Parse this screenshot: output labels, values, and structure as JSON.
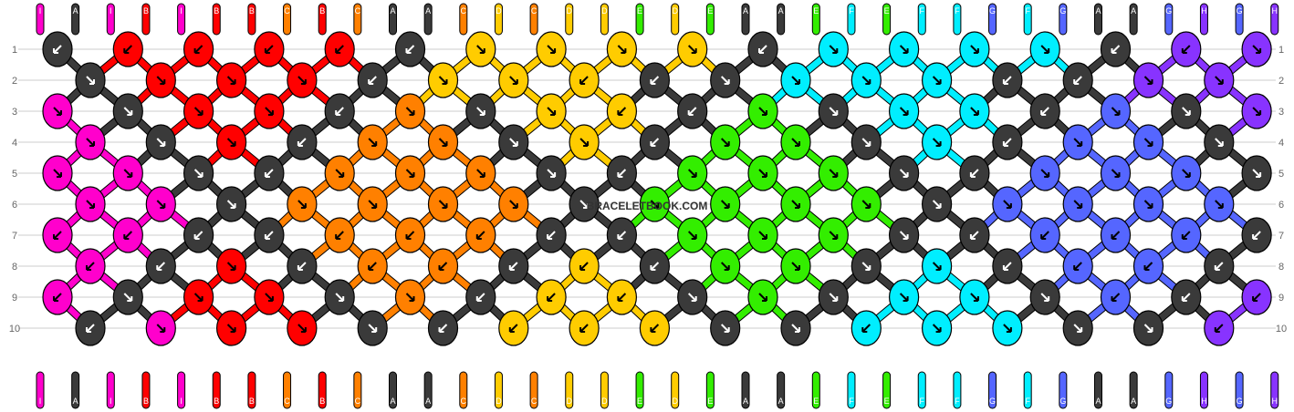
{
  "colors": {
    "I": "#ff00cc",
    "A": "#3a3a3a",
    "B": "#ff0000",
    "C": "#ff8000",
    "D": "#ffcc00",
    "E": "#33ee00",
    "F": "#00eeff",
    "G": "#5566ff",
    "H": "#8833ff"
  },
  "watermark": "BRACELETBOOK.COM",
  "row_numbers": [
    "1",
    "2",
    "3",
    "4",
    "5",
    "6",
    "7",
    "8",
    "9",
    "10"
  ],
  "top_strings": [
    "I",
    "A",
    "I",
    "B",
    "I",
    "B",
    "B",
    "C",
    "B",
    "C",
    "A",
    "A",
    "C",
    "D",
    "C",
    "D",
    "D",
    "E",
    "D",
    "E",
    "A",
    "A",
    "E",
    "F",
    "E",
    "F",
    "F",
    "G",
    "F",
    "G",
    "A",
    "A",
    "G",
    "H",
    "G",
    "H"
  ],
  "bottom_strings": [
    "I",
    "A",
    "I",
    "B",
    "I",
    "B",
    "B",
    "C",
    "B",
    "C",
    "A",
    "A",
    "C",
    "D",
    "C",
    "D",
    "D",
    "E",
    "D",
    "E",
    "A",
    "A",
    "E",
    "F",
    "E",
    "F",
    "F",
    "G",
    "F",
    "G",
    "A",
    "A",
    "G",
    "H",
    "G",
    "H"
  ],
  "knot_rows": [
    [
      "A",
      "B",
      "B",
      "B",
      "B",
      "A",
      "D",
      "D",
      "D",
      "D",
      "A",
      "F",
      "F",
      "F",
      "F",
      "A",
      "H",
      "H"
    ],
    [
      "A",
      "B",
      "B",
      "B",
      "A",
      "D",
      "D",
      "D",
      "A",
      "A",
      "F",
      "F",
      "F",
      "A",
      "A",
      "H",
      "H"
    ],
    [
      "I",
      "A",
      "B",
      "B",
      "A",
      "C",
      "A",
      "D",
      "D",
      "A",
      "E",
      "A",
      "F",
      "F",
      "A",
      "G",
      "A",
      "H"
    ],
    [
      "I",
      "A",
      "B",
      "A",
      "C",
      "C",
      "A",
      "D",
      "A",
      "E",
      "E",
      "A",
      "F",
      "A",
      "G",
      "G",
      "A"
    ],
    [
      "I",
      "I",
      "A",
      "A",
      "C",
      "C",
      "C",
      "A",
      "A",
      "E",
      "E",
      "E",
      "A",
      "A",
      "G",
      "G",
      "G",
      "A"
    ],
    [
      "I",
      "I",
      "A",
      "C",
      "C",
      "C",
      "C",
      "A",
      "E",
      "E",
      "E",
      "E",
      "A",
      "G",
      "G",
      "G",
      "G"
    ],
    [
      "I",
      "I",
      "A",
      "A",
      "C",
      "C",
      "C",
      "A",
      "A",
      "E",
      "E",
      "E",
      "A",
      "A",
      "G",
      "G",
      "G",
      "A"
    ],
    [
      "I",
      "A",
      "B",
      "A",
      "C",
      "C",
      "A",
      "D",
      "A",
      "E",
      "E",
      "A",
      "F",
      "A",
      "G",
      "G",
      "A"
    ],
    [
      "I",
      "A",
      "B",
      "B",
      "A",
      "C",
      "A",
      "D",
      "D",
      "A",
      "E",
      "A",
      "F",
      "F",
      "A",
      "G",
      "A",
      "H"
    ],
    [
      "A",
      "I",
      "B",
      "B",
      "A",
      "A",
      "D",
      "D",
      "D",
      "A",
      "A",
      "F",
      "F",
      "F",
      "A",
      "A",
      "H"
    ]
  ],
  "knot_arrows": [
    [
      "sw",
      "sw",
      "sw",
      "sw",
      "sw",
      "sw",
      "se",
      "se",
      "se",
      "se",
      "sw",
      "se",
      "se",
      "se",
      "se",
      "sw",
      "sw",
      "se"
    ],
    [
      "se",
      "se",
      "se",
      "se",
      "sw",
      "se",
      "se",
      "sw",
      "sw",
      "se",
      "se",
      "se",
      "se",
      "sw",
      "sw",
      "se",
      "se"
    ],
    [
      "se",
      "se",
      "se",
      "se",
      "sw",
      "se",
      "se",
      "se",
      "sw",
      "sw",
      "se",
      "se",
      "se",
      "se",
      "sw",
      "se",
      "se",
      "se"
    ],
    [
      "se",
      "se",
      "se",
      "sw",
      "se",
      "se",
      "se",
      "se",
      "sw",
      "se",
      "se",
      "se",
      "se",
      "sw",
      "se",
      "se",
      "se"
    ],
    [
      "se",
      "se",
      "se",
      "sw",
      "se",
      "se",
      "se",
      "se",
      "sw",
      "se",
      "se",
      "se",
      "se",
      "sw",
      "se",
      "se",
      "se",
      "se"
    ],
    [
      "se",
      "se",
      "se",
      "se",
      "se",
      "se",
      "se",
      "se",
      "se",
      "se",
      "se",
      "se",
      "se",
      "se",
      "se",
      "se",
      "se"
    ],
    [
      "sw",
      "sw",
      "sw",
      "sw",
      "sw",
      "sw",
      "sw",
      "sw",
      "sw",
      "se",
      "se",
      "se",
      "se",
      "sw",
      "sw",
      "sw",
      "sw",
      "sw"
    ],
    [
      "sw",
      "sw",
      "se",
      "sw",
      "sw",
      "sw",
      "sw",
      "sw",
      "sw",
      "se",
      "se",
      "se",
      "se",
      "sw",
      "sw",
      "sw",
      "sw"
    ],
    [
      "sw",
      "se",
      "se",
      "se",
      "se",
      "se",
      "sw",
      "sw",
      "sw",
      "se",
      "se",
      "se",
      "se",
      "se",
      "se",
      "sw",
      "sw",
      "sw"
    ],
    [
      "sw",
      "se",
      "se",
      "se",
      "se",
      "sw",
      "sw",
      "sw",
      "sw",
      "se",
      "se",
      "sw",
      "se",
      "se",
      "se",
      "se",
      "sw"
    ]
  ]
}
